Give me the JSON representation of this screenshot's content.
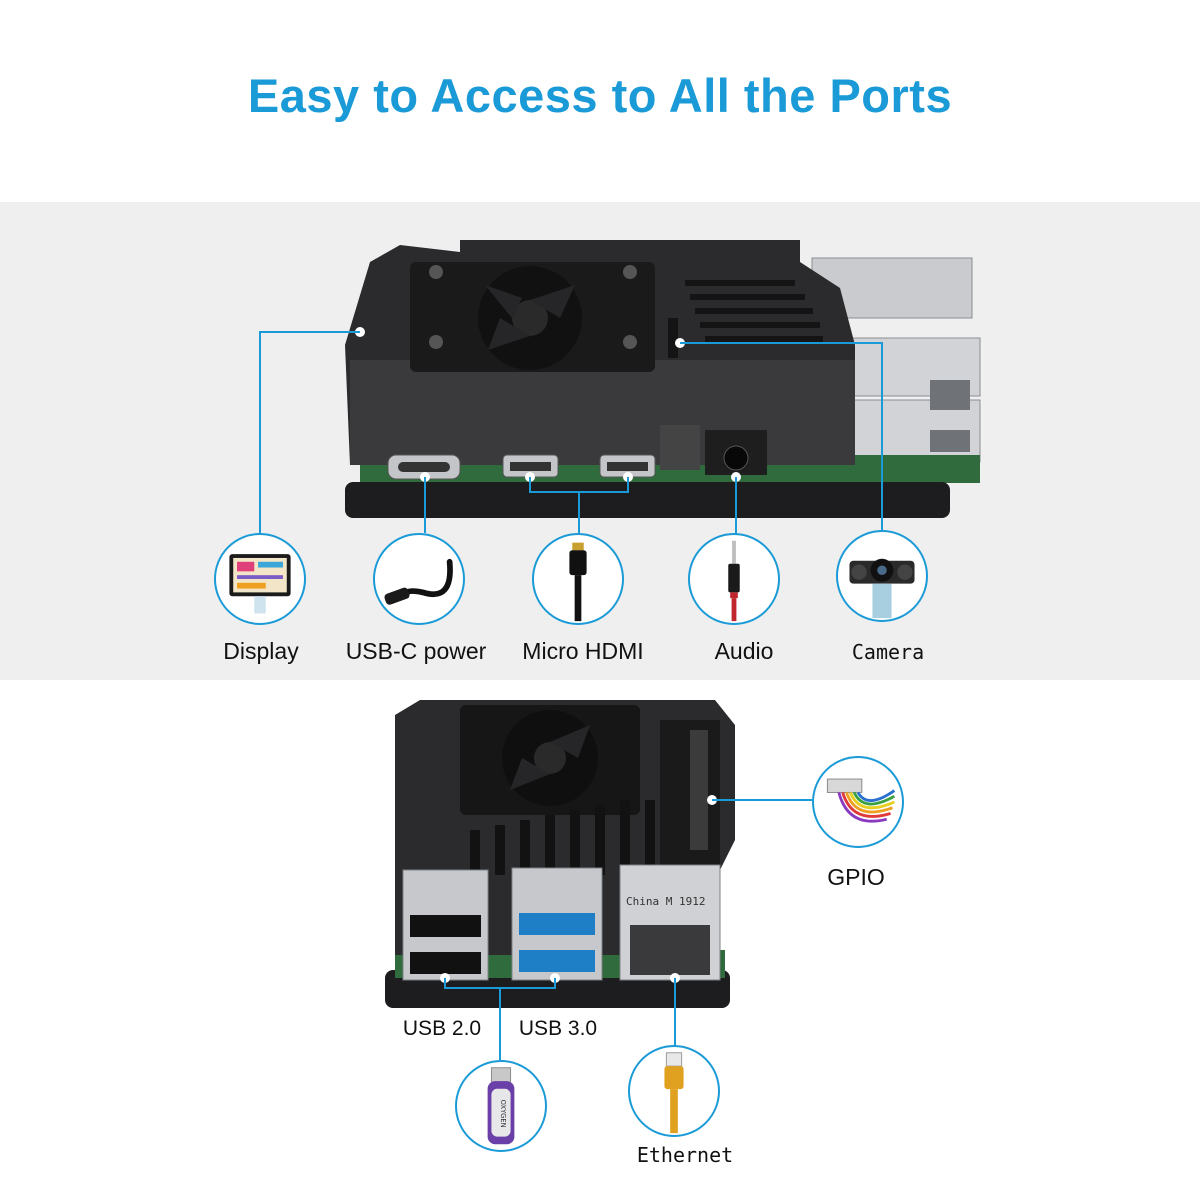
{
  "title": "Easy to Access to All the Ports",
  "colors": {
    "accent": "#1a9ad6",
    "panel": "#efefef",
    "case": "#2b2b2d",
    "pcb": "#2f6b3c"
  },
  "top_ports": [
    {
      "id": "display",
      "label": "Display",
      "icon": "display-icon"
    },
    {
      "id": "usbc",
      "label": "USB-C power",
      "icon": "usb-c-cable-icon"
    },
    {
      "id": "hdmi",
      "label": "Micro HDMI",
      "icon": "micro-hdmi-cable-icon"
    },
    {
      "id": "audio",
      "label": "Audio",
      "icon": "audio-jack-icon"
    },
    {
      "id": "camera",
      "label": "Camera",
      "icon": "camera-module-icon"
    }
  ],
  "bottom_ports": [
    {
      "id": "gpio",
      "label": "GPIO",
      "icon": "ribbon-cable-icon"
    },
    {
      "id": "usb2",
      "label": "USB 2.0"
    },
    {
      "id": "usb3",
      "label": "USB 3.0",
      "icon": "usb-flash-drive-icon"
    },
    {
      "id": "ethernet",
      "label": "Ethernet",
      "icon": "ethernet-cable-icon"
    }
  ],
  "flash_drive_brand": "OXYGEN",
  "ethernet_jack_text": "China  M  1912"
}
